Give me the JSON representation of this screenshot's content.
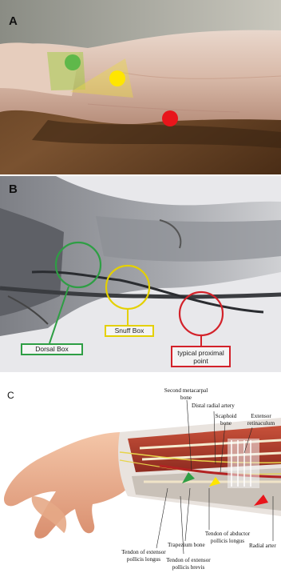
{
  "panels": {
    "a": {
      "letter": "A"
    },
    "b": {
      "letter": "B",
      "dorsal_label": "Dorsal Box",
      "snuff_label": "Snuff Box",
      "proximal_label_line1": "typical proximal",
      "proximal_label_line2": "point"
    },
    "c": {
      "letter": "C",
      "labels": {
        "second_metacarpal_1": "Second metacarpal",
        "second_metacarpal_2": "bone",
        "distal_radial_artery": "Distal radial artery",
        "scaphoid_1": "Scaphoid",
        "scaphoid_2": "bone",
        "extensor_ret_1": "Extensor",
        "extensor_ret_2": "retinaculum",
        "abductor_1": "Tendon of abductor",
        "abductor_2": "pollicis longus",
        "epl_1": "Tendon of extensor",
        "epl_2": "pollicis longus",
        "trapezium": "Trapezium bone",
        "epb_1": "Tendon of extensor",
        "epb_2": "pollicis brevis",
        "radial_artery": "Radial arter"
      }
    }
  },
  "colors": {
    "green": "#4caf50",
    "yellow": "#ffe600",
    "red": "#e8151b",
    "dorsal_frame": "#2e9e44",
    "snuff_frame": "#e4d000",
    "proximal_frame": "#d3222a"
  }
}
